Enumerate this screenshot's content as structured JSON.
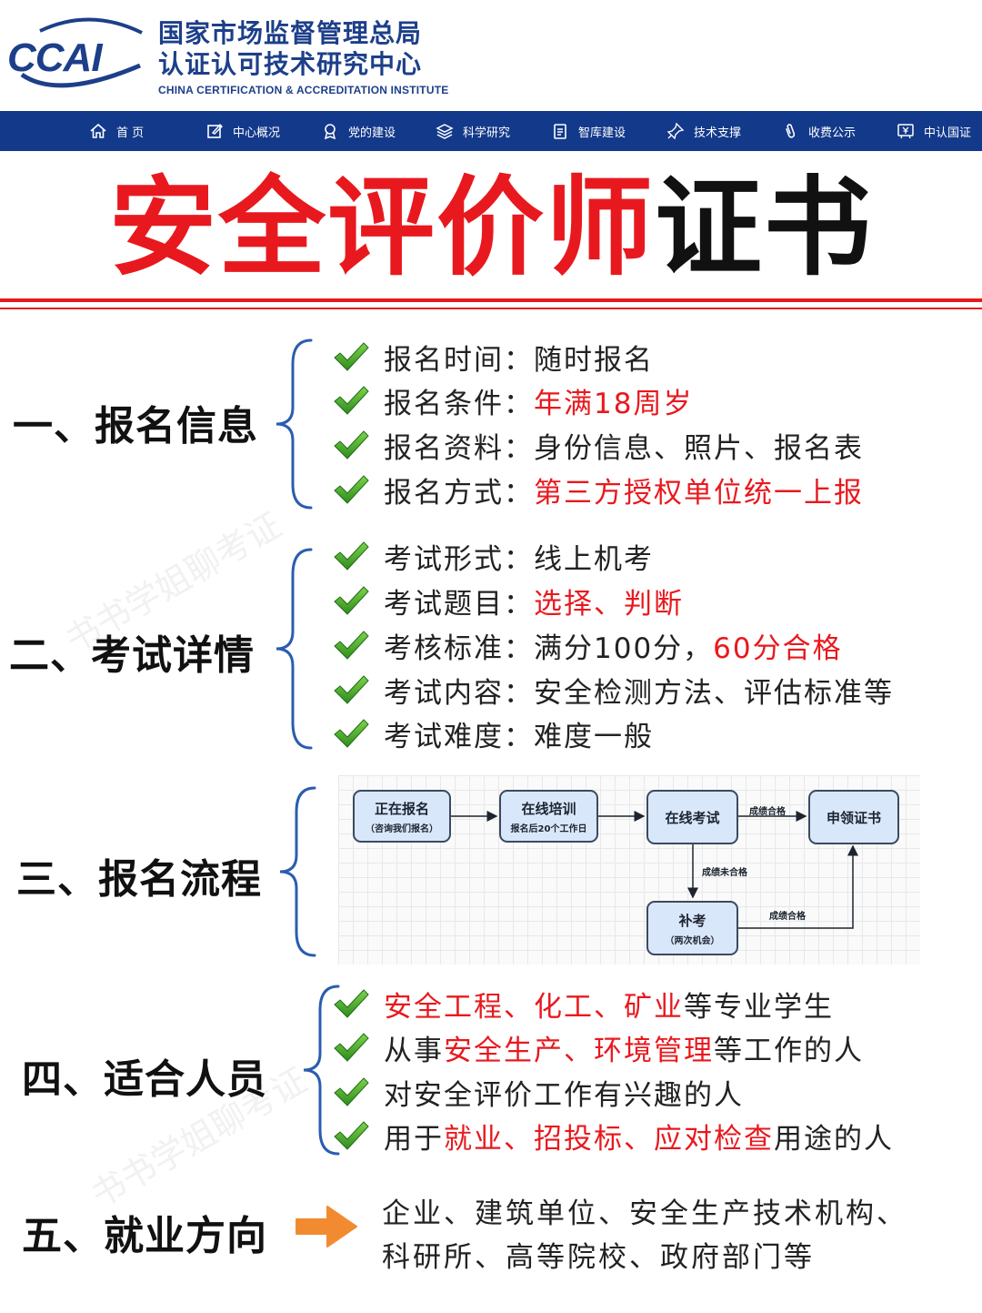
{
  "header": {
    "logo_mark": "CCAI",
    "org_cn_line1": "国家市场监督管理总局",
    "org_cn_line2": "认证认可技术研究中心",
    "org_en": "CHINA CERTIFICATION & ACCREDITATION INSTITUTE",
    "brand_color": "#13398a"
  },
  "nav": [
    {
      "label": "首 页",
      "icon": "home-icon"
    },
    {
      "label": "中心概况",
      "icon": "edit-icon"
    },
    {
      "label": "党的建设",
      "icon": "award-icon"
    },
    {
      "label": "科学研究",
      "icon": "layers-icon"
    },
    {
      "label": "智库建设",
      "icon": "clipboard-icon"
    },
    {
      "label": "技术支撑",
      "icon": "pin-icon"
    },
    {
      "label": "收费公示",
      "icon": "paperclip-icon"
    },
    {
      "label": "中认国证",
      "icon": "currency-icon"
    }
  ],
  "title": {
    "red": "安全评价师",
    "black": "证书"
  },
  "watermark": "书书学姐聊考证",
  "sections": {
    "s1": {
      "label": "一、报名信息",
      "items": [
        {
          "key": "报名时间：",
          "value": "随时报名"
        },
        {
          "key": "报名条件：",
          "value": "年满18周岁"
        },
        {
          "key": "报名资料：",
          "value": "身份信息、照片、报名表"
        },
        {
          "key": "报名方式：",
          "value": "第三方授权单位统一上报"
        }
      ]
    },
    "s2": {
      "label": "二、考试详情",
      "items": [
        {
          "key": "考试形式：",
          "value": "线上机考"
        },
        {
          "key": "考试题目：",
          "value": "选择、判断"
        },
        {
          "key": "考核标准：",
          "value": "满分100分，",
          "value_red": "60分合格"
        },
        {
          "key": "考试内容：",
          "value": "安全检测方法、评估标准等"
        },
        {
          "key": "考试难度：",
          "value": "难度一般"
        }
      ]
    },
    "s3": {
      "label": "三、报名流程",
      "flow": {
        "box1_main": "正在报名",
        "box1_sub": "（咨询我们报名）",
        "box2_main": "在线培训",
        "box2_sub": "报名后20个工作日",
        "box3_main": "在线考试",
        "box4_main": "申领证书",
        "box5_main": "补考",
        "box5_sub": "（两次机会）",
        "pass_label": "成绩合格",
        "fail_label": "成绩未合格",
        "pass_label2": "成绩合格"
      }
    },
    "s4": {
      "label": "四、适合人员",
      "items": [
        {
          "red": "安全工程、化工、矿业",
          "black": "等专业学生"
        },
        {
          "pre": "从事",
          "red": "安全生产、环境管理",
          "black": "等工作的人"
        },
        {
          "black": "对安全评价工作有兴趣的人"
        },
        {
          "pre": "用于",
          "red": "就业、招投标、应对检查",
          "black": "用途的人"
        }
      ]
    },
    "s5": {
      "label": "五、就业方向",
      "line1": "企业、建筑单位、安全生产技术机构、",
      "line2": "科研所、高等院校、政府部门等"
    }
  }
}
